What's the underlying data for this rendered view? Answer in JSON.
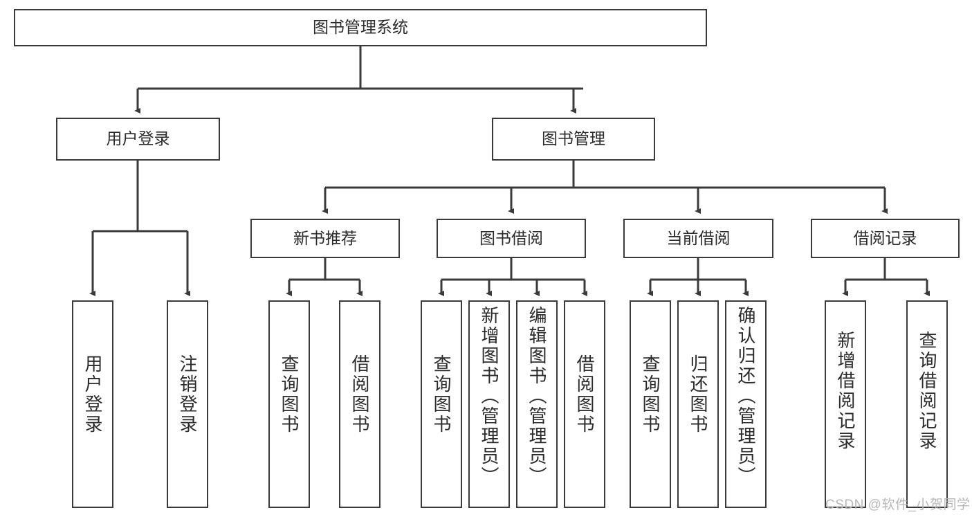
{
  "diagram": {
    "type": "tree-hierarchy",
    "title": "图书管理系统",
    "root": {
      "label": "图书管理系统"
    },
    "level1": [
      {
        "id": "user-login",
        "label": "用户登录"
      },
      {
        "id": "book-management",
        "label": "图书管理"
      }
    ],
    "level2": [
      {
        "id": "new-book-recommend",
        "label": "新书推荐",
        "parent": "book-management"
      },
      {
        "id": "book-borrow",
        "label": "图书借阅",
        "parent": "book-management"
      },
      {
        "id": "current-borrow",
        "label": "当前借阅",
        "parent": "book-management"
      },
      {
        "id": "borrow-record",
        "label": "借阅记录",
        "parent": "book-management"
      }
    ],
    "leaves": [
      {
        "id": "leaf-user-login",
        "label": "用户登录",
        "parent": "user-login"
      },
      {
        "id": "leaf-logout-login",
        "label": "注销登录",
        "parent": "user-login"
      },
      {
        "id": "leaf-query-book-1",
        "label": "查询图书",
        "parent": "new-book-recommend"
      },
      {
        "id": "leaf-borrow-book-1",
        "label": "借阅图书",
        "parent": "new-book-recommend"
      },
      {
        "id": "leaf-query-book-2",
        "label": "查询图书",
        "parent": "book-borrow"
      },
      {
        "id": "leaf-add-book",
        "label": "新增图书（管理员）",
        "parent": "book-borrow"
      },
      {
        "id": "leaf-edit-book",
        "label": "编辑图书（管理员）",
        "parent": "book-borrow"
      },
      {
        "id": "leaf-borrow-book-2",
        "label": "借阅图书",
        "parent": "book-borrow"
      },
      {
        "id": "leaf-query-book-3",
        "label": "查询图书",
        "parent": "current-borrow"
      },
      {
        "id": "leaf-return-book",
        "label": "归还图书",
        "parent": "current-borrow"
      },
      {
        "id": "leaf-confirm-return",
        "label": "确认归还（管理员）",
        "parent": "current-borrow"
      },
      {
        "id": "leaf-add-record",
        "label": "新增借阅记录",
        "parent": "borrow-record"
      },
      {
        "id": "leaf-query-record",
        "label": "查询借阅记录",
        "parent": "borrow-record"
      }
    ],
    "colors": {
      "stroke": "#3a3a3a",
      "fill": "#ffffff",
      "text": "#2b2b2b",
      "watermark": "#b8b8b8"
    }
  },
  "watermark": {
    "text": "CSDN @软件_小贺同学"
  }
}
